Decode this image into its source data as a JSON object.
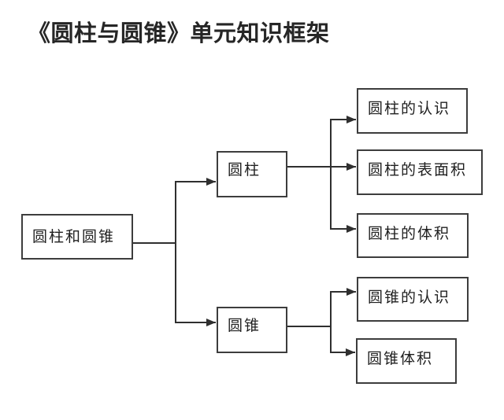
{
  "title": "《圆柱与圆锥》单元知识框架",
  "colors": {
    "line": "#2f2f2f",
    "box_border": "#3d3d3d",
    "text": "#1f1f1f",
    "background": "#ffffff"
  },
  "diagram": {
    "root": {
      "label": "圆柱和圆锥"
    },
    "branches": [
      {
        "label": "圆柱",
        "children": [
          {
            "label": "圆柱的认识"
          },
          {
            "label": "圆柱的表面积"
          },
          {
            "label": "圆柱的体积"
          }
        ]
      },
      {
        "label": "圆锥",
        "children": [
          {
            "label": "圆锥的认识"
          },
          {
            "label": "圆锥体积"
          }
        ]
      }
    ]
  }
}
